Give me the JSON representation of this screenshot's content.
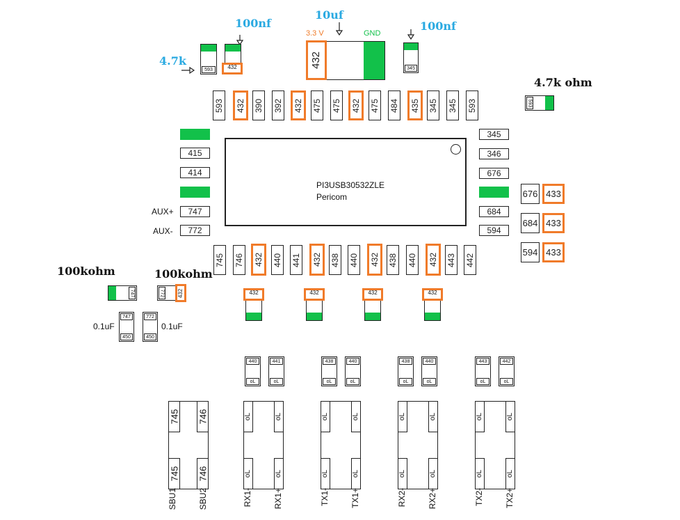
{
  "annotations": {
    "cap_top_left": "100nf",
    "cap_top_right": "100nf",
    "cap_bulk": "10uf",
    "res_left": "4.7k",
    "res_right": "4.7k ohm",
    "res_aux_left": "100kohm",
    "res_aux_right": "100kohm",
    "cap_aux_left": "0.1uF",
    "cap_aux_right": "0.1uF",
    "rail_3v3": "3.3 V",
    "rail_gnd": "GND",
    "aux_plus": "AUX+",
    "aux_minus": "AUX-"
  },
  "chip": {
    "part": "PI3USB30532ZLE",
    "vendor": "Pericom"
  },
  "top_row": [
    "593",
    "432",
    "390",
    "392",
    "432",
    "475",
    "475",
    "432",
    "475",
    "484",
    "435",
    "345",
    "345",
    "593"
  ],
  "bottom_row": [
    "745",
    "746",
    "432",
    "440",
    "441",
    "432",
    "438",
    "440",
    "432",
    "438",
    "440",
    "432",
    "443",
    "442"
  ],
  "left_col": [
    "",
    "415",
    "414",
    "",
    "747",
    "772"
  ],
  "right_col": [
    "345",
    "346",
    "676",
    "",
    "684",
    "594"
  ],
  "right_pairs": [
    [
      "676",
      "433"
    ],
    [
      "684",
      "433"
    ],
    [
      "594",
      "433"
    ]
  ],
  "small_tags": {
    "cap_top_left": "432",
    "res_top_left": "593",
    "cap_top_right": "345",
    "res_right": "593",
    "bulk": "432",
    "aux_res_left": "747",
    "aux_res_right_a": "772",
    "aux_res_right_b": "432",
    "aux_cap_left_top": "747",
    "aux_cap_left_bot": "450",
    "aux_cap_right_top": "772",
    "aux_cap_right_bot": "450",
    "bottom_caps": [
      "432",
      "432",
      "432",
      "432"
    ]
  },
  "coupling_caps": [
    [
      "440",
      "oL"
    ],
    [
      "441",
      "oL"
    ],
    [
      "438",
      "oL"
    ],
    [
      "440",
      "oL"
    ],
    [
      "438",
      "oL"
    ],
    [
      "440",
      "oL"
    ],
    [
      "443",
      "oL"
    ],
    [
      "442",
      "oL"
    ]
  ],
  "connectors": [
    {
      "pads": [
        "745",
        "746",
        "745",
        "746"
      ],
      "labels": [
        "SBU1",
        "SBU2"
      ]
    },
    {
      "pads": [
        "oL",
        "oL",
        "oL",
        "oL"
      ],
      "labels": [
        "RX1-",
        "RX1+"
      ]
    },
    {
      "pads": [
        "oL",
        "oL",
        "oL",
        "oL"
      ],
      "labels": [
        "TX1-",
        "TX1+"
      ]
    },
    {
      "pads": [
        "oL",
        "oL",
        "oL",
        "oL"
      ],
      "labels": [
        "RX2-",
        "RX2+"
      ]
    },
    {
      "pads": [
        "oL",
        "oL",
        "oL",
        "oL"
      ],
      "labels": [
        "TX2-",
        "TX2+"
      ]
    }
  ],
  "colors": {
    "highlight": "#f07b2a",
    "pad_green": "#12c14a",
    "annotation_blue": "#29a9e1",
    "rail_3v3": "#f07b2a",
    "rail_gnd": "#12c14a"
  }
}
